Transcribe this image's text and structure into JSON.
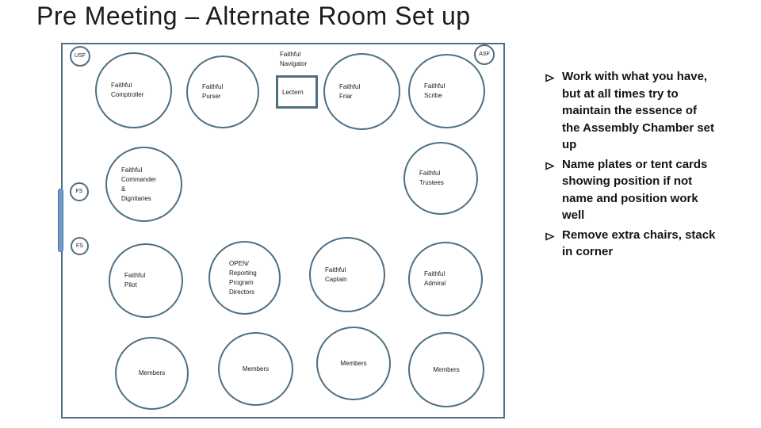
{
  "slide": {
    "title": "Pre Meeting – Alternate Room Set up"
  },
  "room": {
    "corners": {
      "top_left": "USF",
      "top_right": "ASF"
    },
    "side_labels": [
      "FS",
      "FS"
    ],
    "lectern": {
      "label": "Lectern",
      "speaker": "Faithful\nNavigator"
    },
    "seats": {
      "comptroller": "Faithful\nComptroller",
      "purser": "Faithful\nPurser",
      "friar": "Faithful\nFriar",
      "scribe": "Faithful\nScribe",
      "commander": "Faithful\nCommander\n&\nDignitaries",
      "trustees": "Faithful\nTrustees",
      "pilot": "Faithful\nPilot",
      "open_reporting": "OPEN/\nReporting\nProgram\nDirectors",
      "captain": "Faithful\nCaptain",
      "admiral": "Faithful\nAdmiral",
      "members": "Members"
    }
  },
  "notes": {
    "items": [
      "Work with what you have,\nbut at all times try to\nmaintain the essence of\nthe Assembly Chamber set\nup",
      "Name plates or tent cards\nshowing position if not\nname and position work\nwell",
      "Remove extra chairs, stack\nin corner"
    ]
  },
  "colors": {
    "outline": "#4e6f82",
    "door": "#6f9bd0",
    "door_border": "#46759f",
    "text": "#1a1a1a"
  }
}
